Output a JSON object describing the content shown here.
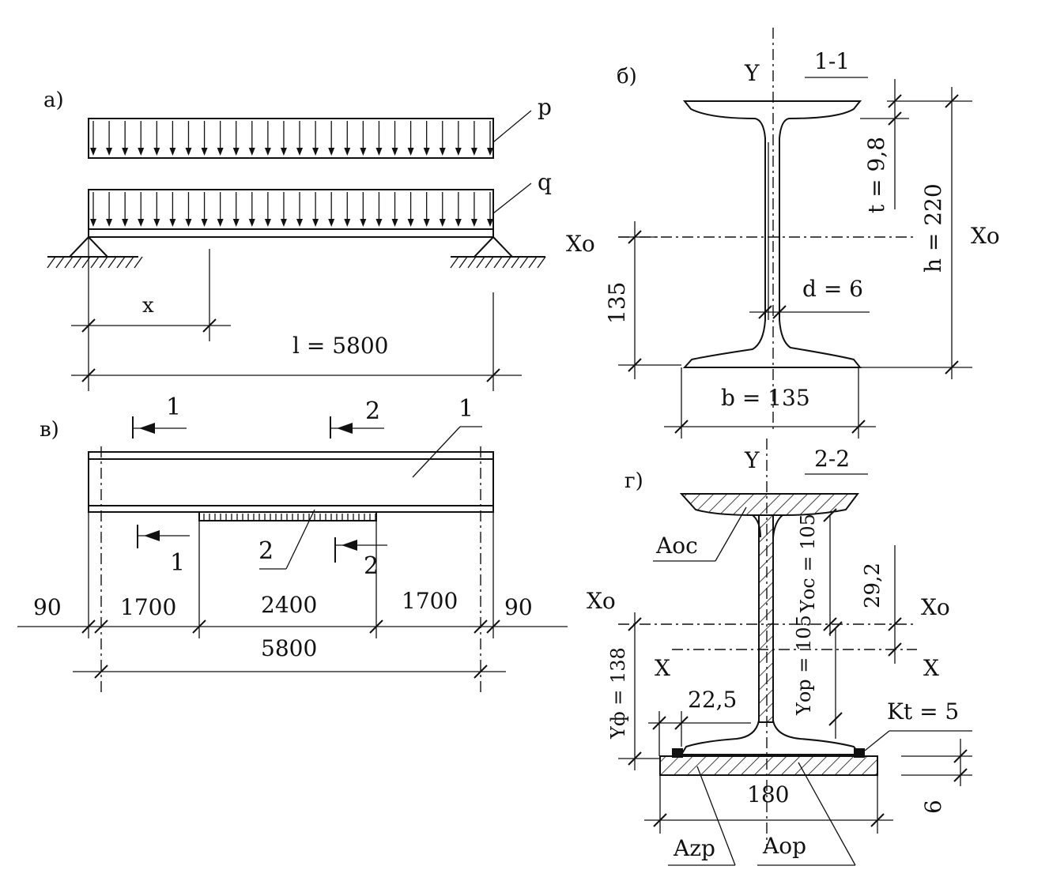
{
  "a": {
    "label": "а)",
    "load_p": "p",
    "load_q": "q",
    "x": "x",
    "span": "l = 5800"
  },
  "b": {
    "label": "б)",
    "section": "1-1",
    "axis_y": "Y",
    "axis_x_left": "Xo",
    "axis_x_right": "Xo",
    "t": "t = 9,8",
    "h": "h = 220",
    "d": "d = 6",
    "half": "135",
    "width": "b = 135"
  },
  "v": {
    "label": "в)",
    "cut1": "1",
    "cut2": "2",
    "part1": "1",
    "part2": "2",
    "dims": [
      "90",
      "1700",
      "2400",
      "1700",
      "90"
    ],
    "total": "5800"
  },
  "g": {
    "label": "г)",
    "section": "2-2",
    "axis_y": "Y",
    "xo_left": "Xo",
    "xo_right": "Xo",
    "x_left": "X",
    "x_right": "X",
    "aoc": "Aос",
    "yoc": "Yос = 105",
    "offset": "29,2",
    "yop": "Yор = 105",
    "yf": "Yф = 138",
    "d225": "22,5",
    "kt": "Kt = 5",
    "plate_w": "180",
    "plate_t": "6",
    "azp": "Azp",
    "aop": "Aор"
  }
}
